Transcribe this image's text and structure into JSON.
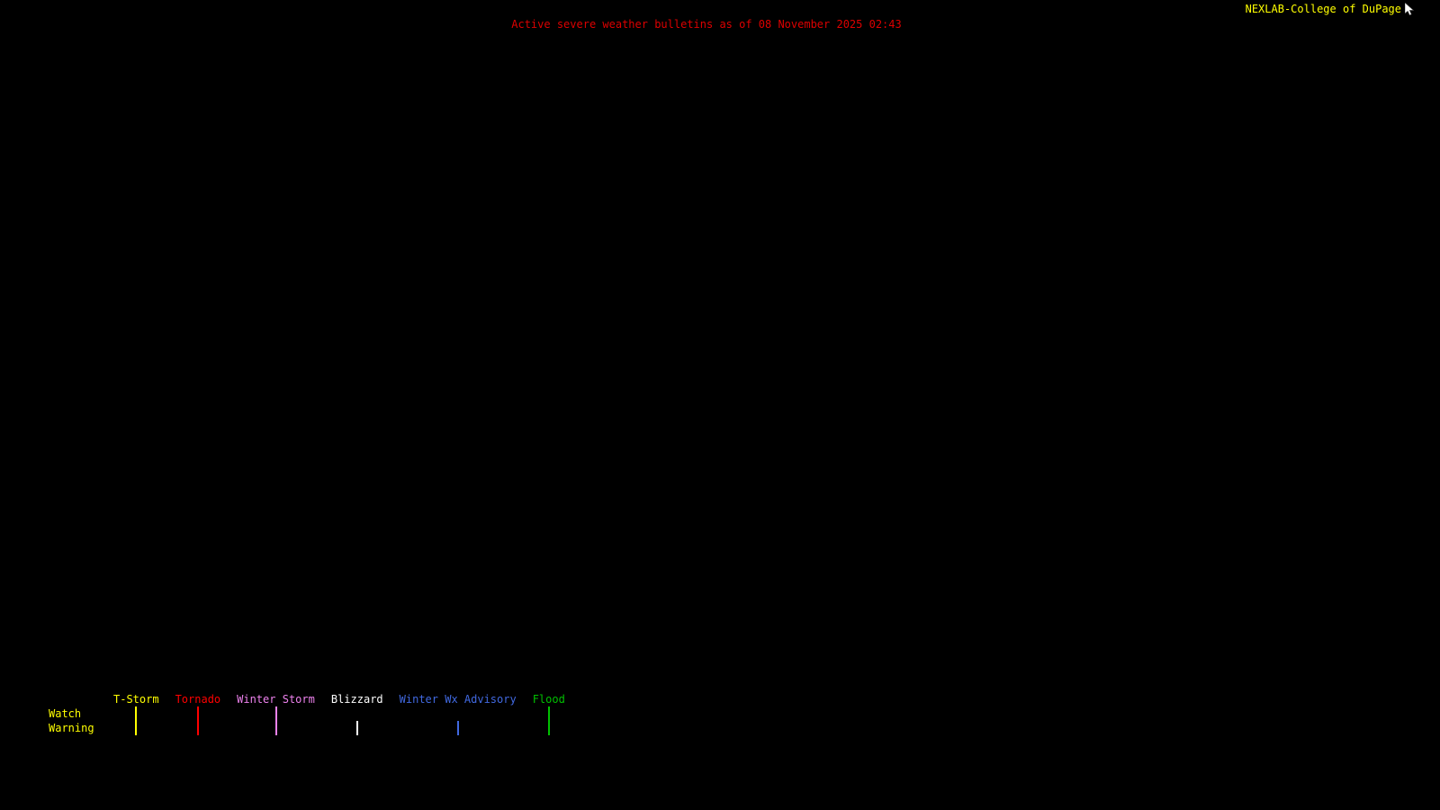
{
  "header": {
    "title": "Active severe weather bulletins as of 08 November 2025 02:43",
    "title_color": "#dd0000",
    "brand": "NEXLAB-College of DuPage",
    "brand_color": "#ffff00",
    "icon": "mouse-cursor"
  },
  "legend": {
    "label_color": "#ffff00",
    "row_labels": {
      "watch": "Watch",
      "warning": "Warning"
    },
    "columns": [
      {
        "label": "T-Storm",
        "color": "#ffff00",
        "watch": "outline",
        "warning": "solid"
      },
      {
        "label": "Tornado",
        "color": "#ff0000",
        "watch": "outline",
        "warning": "solid"
      },
      {
        "label": "Winter Storm",
        "color": "#ee82ee",
        "watch": "outline",
        "warning": "solid"
      },
      {
        "label": "Blizzard",
        "color": "#ffffff",
        "watch": "none",
        "warning": "solid"
      },
      {
        "label": "Winter Wx Advisory",
        "color": "#4169e1",
        "watch": "none",
        "warning": "hatch"
      },
      {
        "label": "Flood",
        "color": "#00c000",
        "watch": "hatch",
        "warning": "hatch"
      }
    ]
  }
}
